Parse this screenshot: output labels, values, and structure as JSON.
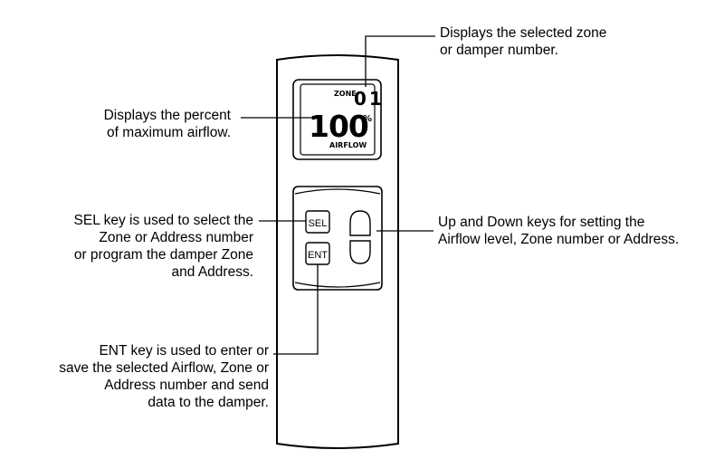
{
  "display": {
    "zone_label": "ZONE",
    "zone_value": "01",
    "airflow_value": "100",
    "percent_sign": "%",
    "airflow_label": "AIRFLOW"
  },
  "keys": {
    "sel_label": "SEL",
    "ent_label": "ENT"
  },
  "callouts": {
    "zone": [
      "Displays the selected zone",
      "or damper number."
    ],
    "airflow": [
      "Displays the percent",
      "of maximum airflow."
    ],
    "sel": [
      "SEL key is used to select the",
      "Zone or Address number",
      "or program the damper Zone",
      "and Address."
    ],
    "updown": [
      "Up and Down keys for setting the",
      "Airflow level, Zone number or Address."
    ],
    "ent": [
      "ENT key is used to enter or",
      "save the selected Airflow, Zone or",
      "Address number and send",
      "data to the damper."
    ]
  }
}
